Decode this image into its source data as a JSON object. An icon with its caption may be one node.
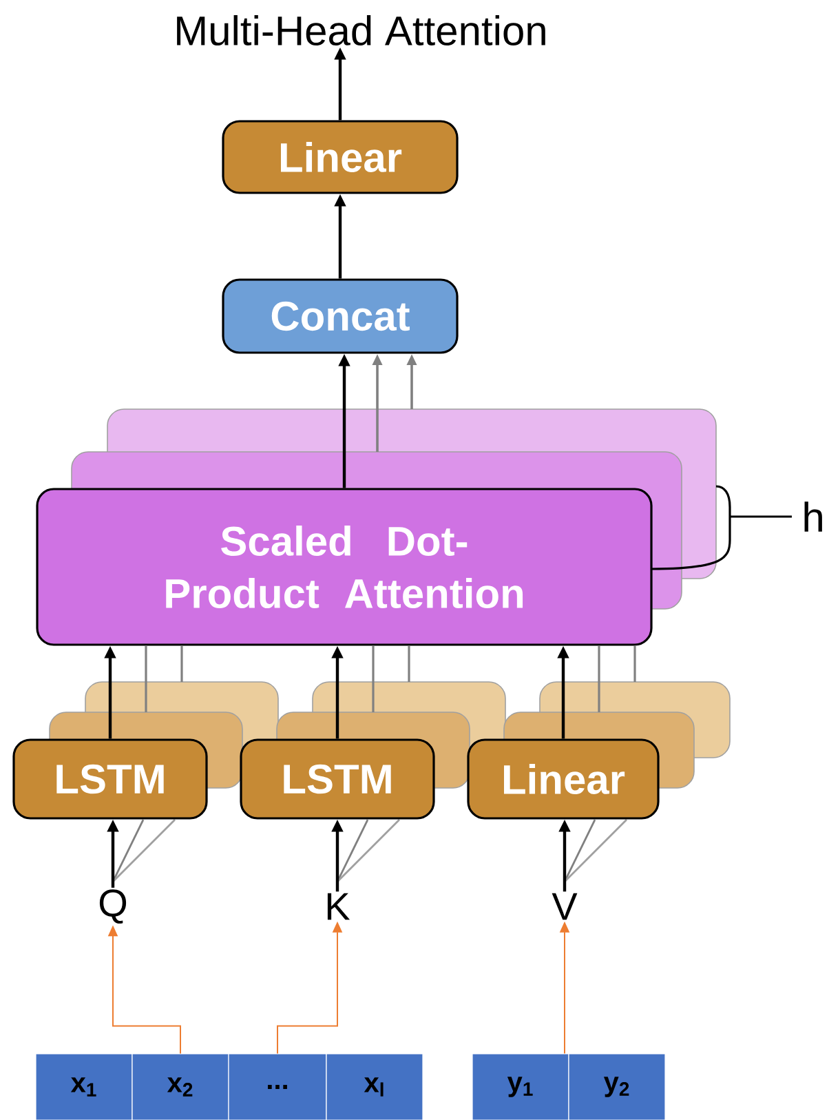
{
  "diagram": {
    "nodes": [
      {
        "text": [
          "Multi-Head Attention"
        ]
      },
      {
        "text": [
          "Linear"
        ]
      },
      {
        "text": [
          "Concat"
        ]
      },
      {
        "text": [
          "Scaled Dot-Product Attention"
        ]
      },
      {
        "text": [
          "LSTM"
        ]
      },
      {
        "text": [
          "LSTM"
        ]
      },
      {
        "text": [
          "Linear"
        ]
      },
      {
        "text": [
          "Q"
        ]
      },
      {
        "text": [
          "K"
        ]
      },
      {
        "text": [
          "V"
        ]
      },
      {
        "text": [
          "x$_{1}$"
        ]
      },
      {
        "text": [
          "x$_{2}$"
        ]
      },
      {
        "text": [
          "..."
        ]
      },
      {
        "text": [
          "x$_{l}$"
        ]
      },
      {
        "text": [
          "y$_{1}$"
        ]
      },
      {
        "text": [
          "y$_{2}$"
        ]
      }
    ],
    "edges": [
      {
        "from": 1,
        "to": 0,
        "arrow": "to"
      },
      {
        "from": 2,
        "to": 1,
        "arrow": "to"
      },
      {
        "from": 3,
        "to": 2,
        "arrow": "to"
      },
      {
        "from": 4,
        "to": 3,
        "arrow": "to"
      },
      {
        "from": 5,
        "to": 3,
        "arrow": "to"
      },
      {
        "from": 6,
        "to": 3,
        "arrow": "to"
      },
      {
        "from": 7,
        "to": 4,
        "arrow": "to"
      },
      {
        "from": 8,
        "to": 5,
        "arrow": "to"
      },
      {
        "from": 9,
        "to": 6,
        "arrow": "to"
      },
      {
        "from": 11,
        "to": 7,
        "arrow": "to",
        "color": "#ed7d31"
      },
      {
        "from": 12,
        "to": 8,
        "arrow": "to",
        "color": "#ed7d31"
      },
      {
        "from": 14,
        "to": 9,
        "arrow": "to",
        "color": "#ed7d31"
      }
    ],
    "labels": [
      "h"
    ]
  }
}
